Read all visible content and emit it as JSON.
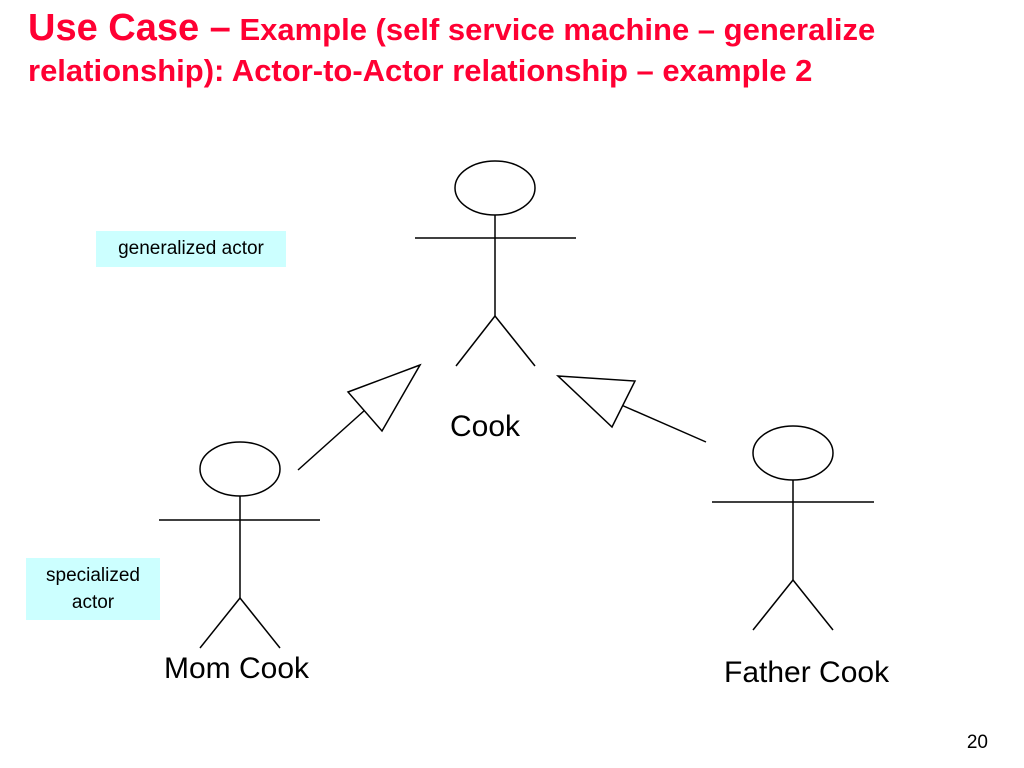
{
  "slide": {
    "title_lead": "Use Case –",
    "title_rest": "Example (self service machine – generalize relationship): Actor-to-Actor relationship – example 2",
    "page_number": "20",
    "text_color": "#ff0033",
    "note_background": "#ccffff"
  },
  "diagram": {
    "notes": {
      "generalized": "generalized actor",
      "specialized": "specialized actor"
    },
    "actors": {
      "cook": "Cook",
      "mom_cook": "Mom Cook",
      "father_cook": "Father Cook"
    },
    "relationships": [
      {
        "type": "generalization",
        "from": "Mom Cook",
        "to": "Cook"
      },
      {
        "type": "generalization",
        "from": "Father Cook",
        "to": "Cook"
      }
    ]
  }
}
